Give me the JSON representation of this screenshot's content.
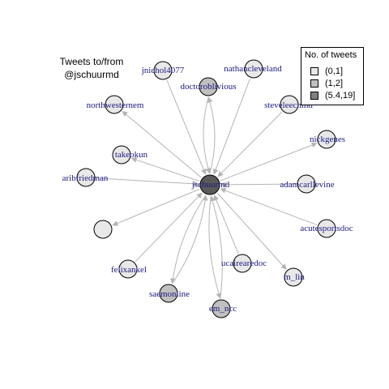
{
  "title": {
    "line1": "Tweets to/from",
    "line2": "@jschuurmd"
  },
  "legend": {
    "title": "No. of tweets",
    "items": [
      {
        "label": "(0,1]",
        "color": "#e8e8e8"
      },
      {
        "label": "(1,2]",
        "color": "#c0c0c0"
      },
      {
        "label": "(5.4,19]",
        "color": "#808080"
      }
    ]
  },
  "colors": {
    "edge": "#b4b4b4",
    "node_stroke": "#000000",
    "label": "#1a1a80",
    "center": "#5a5a5a"
  },
  "graph": {
    "center": "jschuurmd",
    "nodes": [
      {
        "label": "jschuurmd",
        "fill": "#5a5a5a"
      },
      {
        "label": "jnichol4077",
        "fill": "#e8e8e8",
        "direction": "in"
      },
      {
        "label": "nathancleveland",
        "fill": "#e8e8e8",
        "direction": "in"
      },
      {
        "label": "doctoroblivious",
        "fill": "#c0c0c0",
        "direction": "both"
      },
      {
        "label": "northwesternem",
        "fill": "#e8e8e8",
        "direction": "out"
      },
      {
        "label": "steveleechmd",
        "fill": "#e8e8e8",
        "direction": "in"
      },
      {
        "label": "nickgenes",
        "fill": "#e8e8e8",
        "direction": "out"
      },
      {
        "label": "takeokun",
        "fill": "#e8e8e8",
        "direction": "out"
      },
      {
        "label": "aribfriedman",
        "fill": "#e8e8e8",
        "direction": "in"
      },
      {
        "label": "adamcarllevine",
        "fill": "#e8e8e8",
        "direction": "in"
      },
      {
        "label": "",
        "fill": "#e8e8e8",
        "direction": "out"
      },
      {
        "label": "acutesportsdoc",
        "fill": "#e8e8e8",
        "direction": "in"
      },
      {
        "label": "ucairearedoc",
        "fill": "#e8e8e8",
        "direction": "in"
      },
      {
        "label": "felixankel",
        "fill": "#e8e8e8",
        "direction": "in"
      },
      {
        "label": "m_lin",
        "fill": "#e8e8e8",
        "direction": "out"
      },
      {
        "label": "saemonline",
        "fill": "#c0c0c0",
        "direction": "both"
      },
      {
        "label": "em_ncc",
        "fill": "#c0c0c0",
        "direction": "both"
      }
    ]
  }
}
